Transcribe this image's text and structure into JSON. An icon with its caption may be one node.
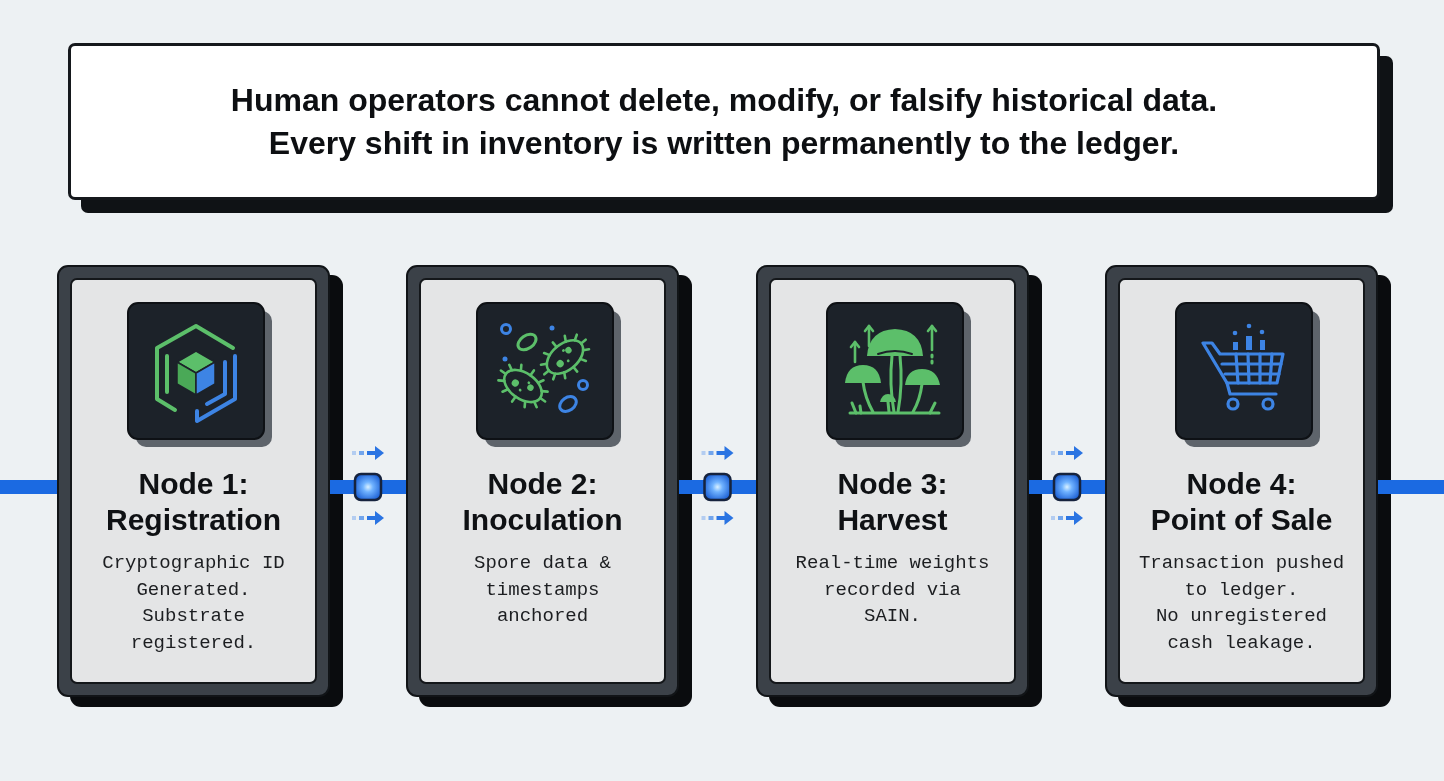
{
  "diagram": {
    "nodes": [
      {
        "text": [
          "Human operators cannot delete, modify, or falsify historical data.",
          "Every shift in inventory is written permanently to the ledger."
        ]
      },
      {
        "text": [
          "Node 1: Registration",
          "Cryptographic ID Generated. Substrate registered."
        ]
      },
      {
        "text": [
          "Node 2: Inoculation",
          "Spore data & timestamps anchored"
        ]
      },
      {
        "text": [
          "Node 3: Harvest",
          "Real-time weights recorded via SAIN."
        ]
      },
      {
        "text": [
          "Node 4: Point of Sale",
          "Transaction pushed to ledger.",
          "No unregistered cash leakage."
        ]
      }
    ],
    "edges": [
      {
        "from": null,
        "to": 1,
        "arrow": "none"
      },
      {
        "from": 1,
        "to": 2,
        "arrow": "none"
      },
      {
        "from": 2,
        "to": 3,
        "arrow": "none"
      },
      {
        "from": 3,
        "to": 4,
        "arrow": "none"
      },
      {
        "from": 4,
        "to": null,
        "arrow": "none"
      }
    ]
  }
}
